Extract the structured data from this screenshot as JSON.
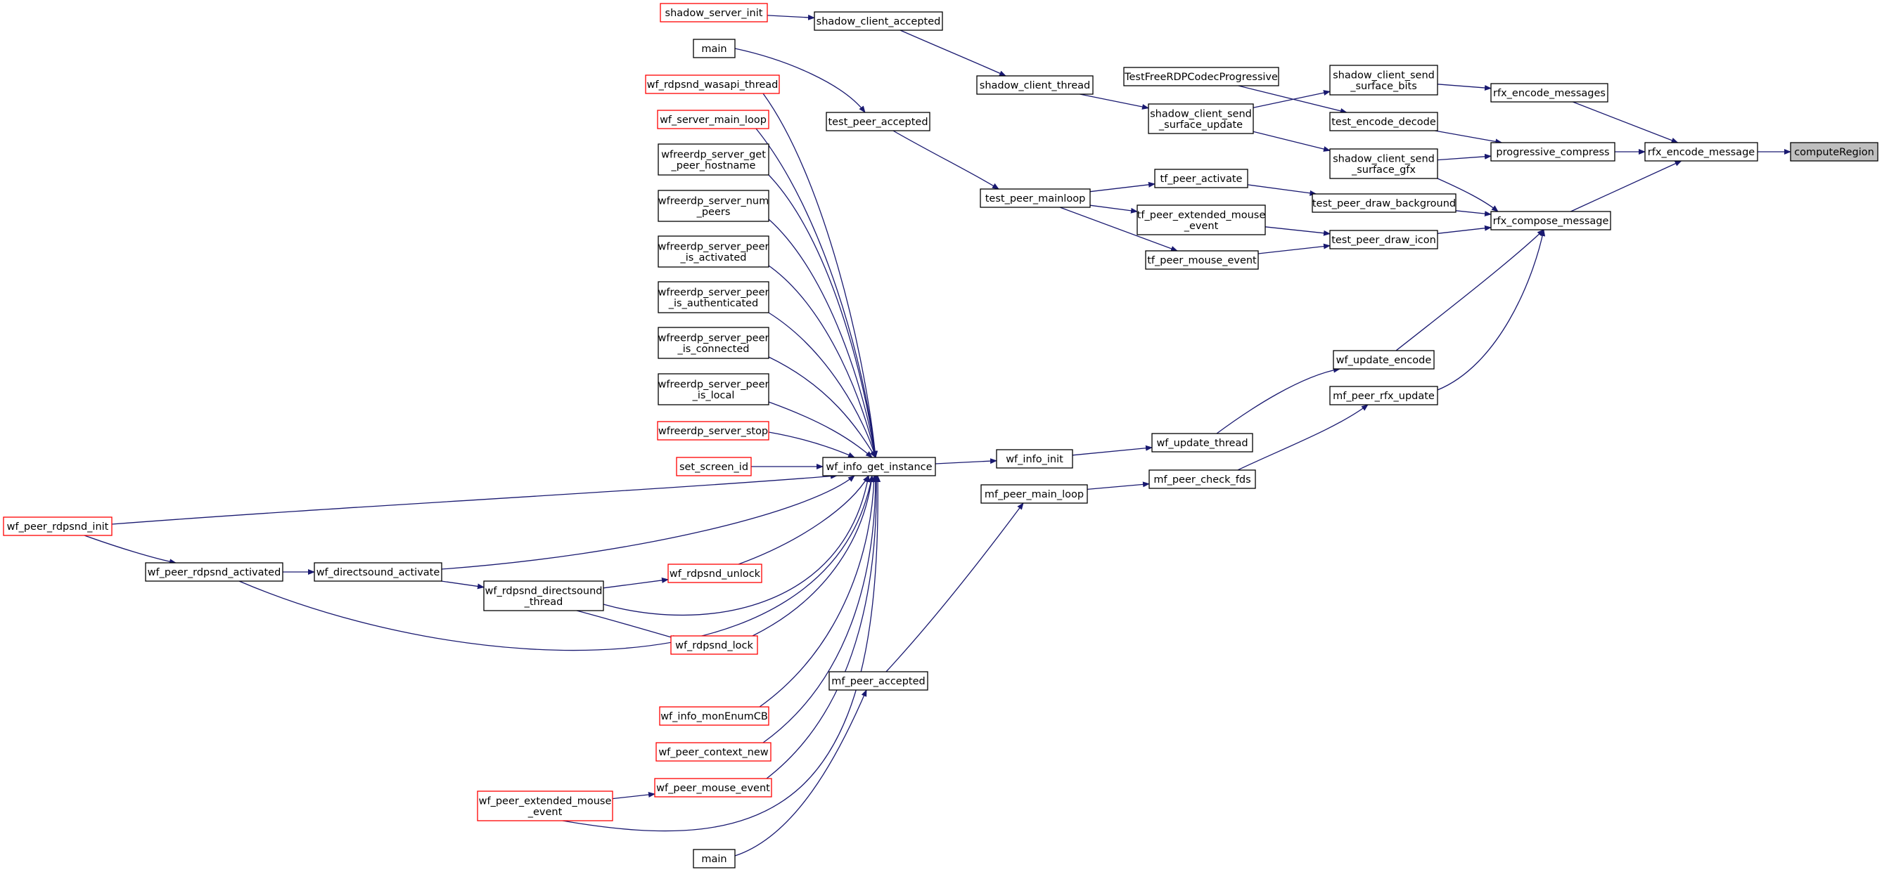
{
  "diagram": {
    "root": "computeRegion",
    "colors": {
      "edge": "#191970",
      "node_border": "#000000",
      "node_border_incomplete": "#ff0000",
      "root_fill": "#bfbfbf"
    },
    "nodes": [
      {
        "id": "computeRegion",
        "lines": [
          "computeRegion"
        ],
        "style": "root"
      },
      {
        "id": "rfx_encode_message",
        "lines": [
          "rfx_encode_message"
        ],
        "style": "normal"
      },
      {
        "id": "rfx_encode_messages",
        "lines": [
          "rfx_encode_messages"
        ],
        "style": "normal"
      },
      {
        "id": "progressive_compress",
        "lines": [
          "progressive_compress"
        ],
        "style": "normal"
      },
      {
        "id": "rfx_compose_message",
        "lines": [
          "rfx_compose_message"
        ],
        "style": "normal"
      },
      {
        "id": "shadow_client_send_surface_bits",
        "lines": [
          "shadow_client_send",
          "_surface_bits"
        ],
        "style": "normal"
      },
      {
        "id": "test_encode_decode",
        "lines": [
          "test_encode_decode"
        ],
        "style": "normal"
      },
      {
        "id": "shadow_client_send_surface_gfx",
        "lines": [
          "shadow_client_send",
          "_surface_gfx"
        ],
        "style": "normal"
      },
      {
        "id": "test_peer_draw_background",
        "lines": [
          "test_peer_draw_background"
        ],
        "style": "normal"
      },
      {
        "id": "test_peer_draw_icon",
        "lines": [
          "test_peer_draw_icon"
        ],
        "style": "normal"
      },
      {
        "id": "wf_update_encode",
        "lines": [
          "wf_update_encode"
        ],
        "style": "normal"
      },
      {
        "id": "mf_peer_rfx_update",
        "lines": [
          "mf_peer_rfx_update"
        ],
        "style": "normal"
      },
      {
        "id": "TestFreeRDPCodecProgressive",
        "lines": [
          "TestFreeRDPCodecProgressive"
        ],
        "style": "normal"
      },
      {
        "id": "shadow_client_send_surface_update",
        "lines": [
          "shadow_client_send",
          "_surface_update"
        ],
        "style": "normal"
      },
      {
        "id": "tf_peer_activate",
        "lines": [
          "tf_peer_activate"
        ],
        "style": "normal"
      },
      {
        "id": "tf_peer_extended_mouse_event",
        "lines": [
          "tf_peer_extended_mouse",
          "_event"
        ],
        "style": "normal"
      },
      {
        "id": "tf_peer_mouse_event",
        "lines": [
          "tf_peer_mouse_event"
        ],
        "style": "normal"
      },
      {
        "id": "wf_update_thread",
        "lines": [
          "wf_update_thread"
        ],
        "style": "normal"
      },
      {
        "id": "mf_peer_check_fds",
        "lines": [
          "mf_peer_check_fds"
        ],
        "style": "normal"
      },
      {
        "id": "shadow_client_accepted",
        "lines": [
          "shadow_client_accepted"
        ],
        "style": "normal"
      },
      {
        "id": "shadow_client_thread",
        "lines": [
          "shadow_client_thread"
        ],
        "style": "normal"
      },
      {
        "id": "test_peer_mainloop",
        "lines": [
          "test_peer_mainloop"
        ],
        "style": "normal"
      },
      {
        "id": "wf_info_init",
        "lines": [
          "wf_info_init"
        ],
        "style": "normal"
      },
      {
        "id": "mf_peer_main_loop",
        "lines": [
          "mf_peer_main_loop"
        ],
        "style": "normal"
      },
      {
        "id": "test_peer_accepted",
        "lines": [
          "test_peer_accepted"
        ],
        "style": "normal"
      },
      {
        "id": "wf_info_get_instance",
        "lines": [
          "wf_info_get_instance"
        ],
        "style": "normal"
      },
      {
        "id": "mf_peer_accepted",
        "lines": [
          "mf_peer_accepted"
        ],
        "style": "normal"
      },
      {
        "id": "shadow_server_init",
        "lines": [
          "shadow_server_init"
        ],
        "style": "incomplete"
      },
      {
        "id": "main_top",
        "lines": [
          "main"
        ],
        "style": "normal"
      },
      {
        "id": "wf_rdpsnd_wasapi_thread",
        "lines": [
          "wf_rdpsnd_wasapi_thread"
        ],
        "style": "incomplete"
      },
      {
        "id": "wf_server_main_loop",
        "lines": [
          "wf_server_main_loop"
        ],
        "style": "incomplete"
      },
      {
        "id": "wfreerdp_server_get_peer_hostname",
        "lines": [
          "wfreerdp_server_get",
          "_peer_hostname"
        ],
        "style": "normal"
      },
      {
        "id": "wfreerdp_server_num_peers",
        "lines": [
          "wfreerdp_server_num",
          "_peers"
        ],
        "style": "normal"
      },
      {
        "id": "wfreerdp_server_peer_is_activated",
        "lines": [
          "wfreerdp_server_peer",
          "_is_activated"
        ],
        "style": "normal"
      },
      {
        "id": "wfreerdp_server_peer_is_authenticated",
        "lines": [
          "wfreerdp_server_peer",
          "_is_authenticated"
        ],
        "style": "normal"
      },
      {
        "id": "wfreerdp_server_peer_is_connected",
        "lines": [
          "wfreerdp_server_peer",
          "_is_connected"
        ],
        "style": "normal"
      },
      {
        "id": "wfreerdp_server_peer_is_local",
        "lines": [
          "wfreerdp_server_peer",
          "_is_local"
        ],
        "style": "normal"
      },
      {
        "id": "wfreerdp_server_stop",
        "lines": [
          "wfreerdp_server_stop"
        ],
        "style": "incomplete"
      },
      {
        "id": "set_screen_id",
        "lines": [
          "set_screen_id"
        ],
        "style": "incomplete"
      },
      {
        "id": "wf_rdpsnd_unlock",
        "lines": [
          "wf_rdpsnd_unlock"
        ],
        "style": "incomplete"
      },
      {
        "id": "wf_rdpsnd_lock",
        "lines": [
          "wf_rdpsnd_lock"
        ],
        "style": "incomplete"
      },
      {
        "id": "wf_info_monEnumCB",
        "lines": [
          "wf_info_monEnumCB"
        ],
        "style": "incomplete"
      },
      {
        "id": "wf_peer_context_new",
        "lines": [
          "wf_peer_context_new"
        ],
        "style": "incomplete"
      },
      {
        "id": "wf_peer_mouse_event",
        "lines": [
          "wf_peer_mouse_event"
        ],
        "style": "incomplete"
      },
      {
        "id": "wf_peer_extended_mouse_event",
        "lines": [
          "wf_peer_extended_mouse",
          "_event"
        ],
        "style": "incomplete"
      },
      {
        "id": "main_bottom",
        "lines": [
          "main"
        ],
        "style": "normal"
      },
      {
        "id": "wf_peer_rdpsnd_init",
        "lines": [
          "wf_peer_rdpsnd_init"
        ],
        "style": "incomplete"
      },
      {
        "id": "wf_peer_rdpsnd_activated",
        "lines": [
          "wf_peer_rdpsnd_activated"
        ],
        "style": "normal"
      },
      {
        "id": "wf_directsound_activate",
        "lines": [
          "wf_directsound_activate"
        ],
        "style": "normal"
      },
      {
        "id": "wf_rdpsnd_directsound_thread",
        "lines": [
          "wf_rdpsnd_directsound",
          "_thread"
        ],
        "style": "normal"
      }
    ],
    "edges": [
      [
        "rfx_encode_message",
        "computeRegion"
      ],
      [
        "rfx_encode_messages",
        "rfx_encode_message"
      ],
      [
        "progressive_compress",
        "rfx_encode_message"
      ],
      [
        "rfx_compose_message",
        "rfx_encode_message"
      ],
      [
        "shadow_client_send_surface_bits",
        "rfx_encode_messages"
      ],
      [
        "test_encode_decode",
        "progressive_compress"
      ],
      [
        "shadow_client_send_surface_gfx",
        "progressive_compress"
      ],
      [
        "shadow_client_send_surface_gfx",
        "rfx_compose_message"
      ],
      [
        "test_peer_draw_background",
        "rfx_compose_message"
      ],
      [
        "test_peer_draw_icon",
        "rfx_compose_message"
      ],
      [
        "wf_update_encode",
        "rfx_compose_message"
      ],
      [
        "mf_peer_rfx_update",
        "rfx_compose_message"
      ],
      [
        "TestFreeRDPCodecProgressive",
        "test_encode_decode"
      ],
      [
        "shadow_client_send_surface_update",
        "shadow_client_send_surface_bits"
      ],
      [
        "shadow_client_send_surface_update",
        "shadow_client_send_surface_gfx"
      ],
      [
        "tf_peer_activate",
        "test_peer_draw_background"
      ],
      [
        "tf_peer_extended_mouse_event",
        "test_peer_draw_icon"
      ],
      [
        "tf_peer_mouse_event",
        "test_peer_draw_icon"
      ],
      [
        "wf_update_thread",
        "wf_update_encode"
      ],
      [
        "mf_peer_check_fds",
        "mf_peer_rfx_update"
      ],
      [
        "shadow_client_thread",
        "shadow_client_send_surface_update"
      ],
      [
        "shadow_client_accepted",
        "shadow_client_thread"
      ],
      [
        "test_peer_mainloop",
        "tf_peer_activate"
      ],
      [
        "test_peer_mainloop",
        "tf_peer_extended_mouse_event"
      ],
      [
        "test_peer_mainloop",
        "tf_peer_mouse_event"
      ],
      [
        "test_peer_accepted",
        "test_peer_mainloop"
      ],
      [
        "wf_info_init",
        "wf_update_thread"
      ],
      [
        "mf_peer_main_loop",
        "mf_peer_check_fds"
      ],
      [
        "wf_info_get_instance",
        "wf_info_init"
      ],
      [
        "mf_peer_accepted",
        "mf_peer_main_loop"
      ],
      [
        "shadow_server_init",
        "shadow_client_accepted"
      ],
      [
        "main_top",
        "test_peer_accepted"
      ],
      [
        "main_bottom",
        "mf_peer_accepted"
      ],
      [
        "wf_rdpsnd_wasapi_thread",
        "wf_info_get_instance"
      ],
      [
        "wf_server_main_loop",
        "wf_info_get_instance"
      ],
      [
        "wfreerdp_server_get_peer_hostname",
        "wf_info_get_instance"
      ],
      [
        "wfreerdp_server_num_peers",
        "wf_info_get_instance"
      ],
      [
        "wfreerdp_server_peer_is_activated",
        "wf_info_get_instance"
      ],
      [
        "wfreerdp_server_peer_is_authenticated",
        "wf_info_get_instance"
      ],
      [
        "wfreerdp_server_peer_is_connected",
        "wf_info_get_instance"
      ],
      [
        "wfreerdp_server_peer_is_local",
        "wf_info_get_instance"
      ],
      [
        "wfreerdp_server_stop",
        "wf_info_get_instance"
      ],
      [
        "set_screen_id",
        "wf_info_get_instance"
      ],
      [
        "wf_peer_rdpsnd_init",
        "wf_info_get_instance"
      ],
      [
        "wf_directsound_activate",
        "wf_info_get_instance"
      ],
      [
        "wf_rdpsnd_directsound_thread",
        "wf_info_get_instance"
      ],
      [
        "wf_peer_rdpsnd_activated",
        "wf_info_get_instance"
      ],
      [
        "wf_rdpsnd_unlock",
        "wf_info_get_instance"
      ],
      [
        "wf_rdpsnd_lock",
        "wf_info_get_instance"
      ],
      [
        "wf_info_monEnumCB",
        "wf_info_get_instance"
      ],
      [
        "wf_peer_context_new",
        "wf_info_get_instance"
      ],
      [
        "wf_peer_mouse_event",
        "wf_info_get_instance"
      ],
      [
        "wf_peer_extended_mouse_event",
        "wf_info_get_instance"
      ],
      [
        "wf_peer_rdpsnd_init",
        "wf_peer_rdpsnd_activated"
      ],
      [
        "wf_peer_rdpsnd_activated",
        "wf_directsound_activate"
      ],
      [
        "wf_directsound_activate",
        "wf_rdpsnd_directsound_thread"
      ],
      [
        "wf_rdpsnd_directsound_thread",
        "wf_rdpsnd_unlock"
      ],
      [
        "wf_rdpsnd_directsound_thread",
        "wf_rdpsnd_lock"
      ],
      [
        "wf_peer_extended_mouse_event",
        "wf_peer_mouse_event"
      ]
    ]
  }
}
